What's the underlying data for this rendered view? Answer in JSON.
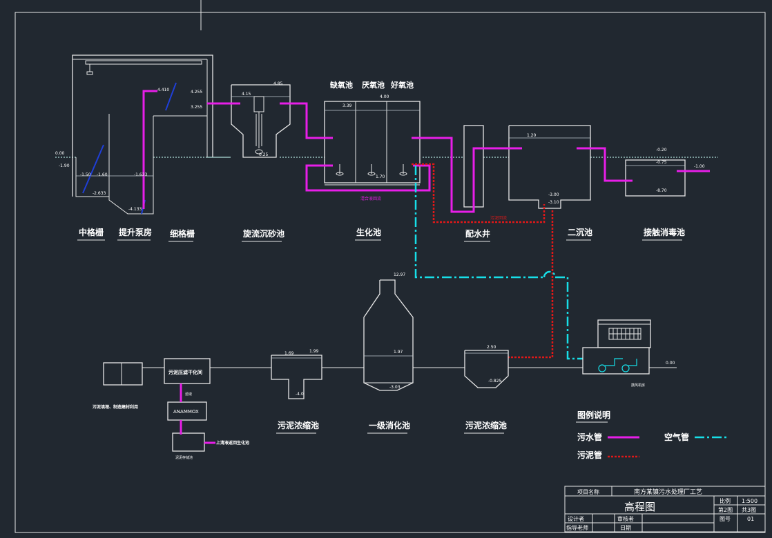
{
  "drawing": {
    "title": "高程图",
    "levels": {
      "fine_screen_a": "4.410",
      "fine_screen_b": "4.255",
      "fine_screen_c": "3.255",
      "grit_a": "4.15",
      "grit_b": "4.85",
      "grit_c": "0.25",
      "ground_left": "0.00",
      "pump_a": "-1.90",
      "pump_b": "-1.50",
      "pump_c": "-1.60",
      "pump_d": "-1.633",
      "pump_e": "-2.633",
      "pump_f": "-4.133",
      "bio_a": "3.39",
      "bio_b": "4.00",
      "bio_c": "1.70",
      "clar_a": "1.20",
      "clar_b": "-3.00",
      "clar_c": "-3.10",
      "dis_a": "-0.20",
      "dis_b": "-0.75",
      "dis_c": "-1.00",
      "dis_d": "-8.70",
      "thick_a": "1.69",
      "thick_b": "1.99",
      "thick_c": "-4.0",
      "digester_a": "12.97",
      "digester_b": "1.97",
      "digester_c": "-3.03",
      "thick2_a": "2.50",
      "thick2_b": "-0.825",
      "blower_ground": "0.00"
    },
    "units_top": [
      {
        "key": "coarse_screen",
        "label": "中格栅"
      },
      {
        "key": "lift_pump",
        "label": "提升泵房"
      },
      {
        "key": "fine_screen",
        "label": "细格栅"
      },
      {
        "key": "grit",
        "label": "旋流沉砂池"
      },
      {
        "key": "bio",
        "label": "生化池"
      },
      {
        "key": "distribution",
        "label": "配水井"
      },
      {
        "key": "clarifier",
        "label": "二沉池"
      },
      {
        "key": "disinfection",
        "label": "接触消毒池"
      }
    ],
    "bio_zones": [
      "缺氧池",
      "厌氧池",
      "好氧池"
    ],
    "bio_return_label": "混合液回流",
    "sludge_return_label": "污泥回流",
    "units_bottom": [
      {
        "key": "thickener",
        "label": "污泥浓缩池"
      },
      {
        "key": "digester",
        "label": "一级消化池"
      },
      {
        "key": "thickener2",
        "label": "污泥浓缩池"
      }
    ],
    "dewatering_box": "污泥压滤干化间",
    "filtrate_label": "滤液",
    "anammox_label": "ANAMMOX",
    "pool_label": "泥泥存储池",
    "supernatant_label": "上清液返回生化池",
    "disposal_label": "污泥填埋、制造建材利用",
    "blower_label": "鼓风机房"
  },
  "legend": {
    "title": "图例说明",
    "items": [
      {
        "key": "sewage",
        "label": "污水管",
        "color": "#e81ee8"
      },
      {
        "key": "sludge",
        "label": "污泥管",
        "color": "#e01818"
      },
      {
        "key": "air",
        "label": "空气管",
        "color": "#17dfe8"
      }
    ]
  },
  "title_block": {
    "project_label": "项目名称",
    "project_value": "南方某镇污水处理厂工艺",
    "drawing_name": "高程图",
    "scale_label": "比例",
    "scale_value": "1:500",
    "sheet_label": "第2图",
    "sheet_total": "共3图",
    "figno_label": "图号",
    "figno_value": "01",
    "designer_label": "设计者",
    "reviewer_label": "审核者",
    "advisor_label": "指导老师",
    "date_label": "日期"
  }
}
